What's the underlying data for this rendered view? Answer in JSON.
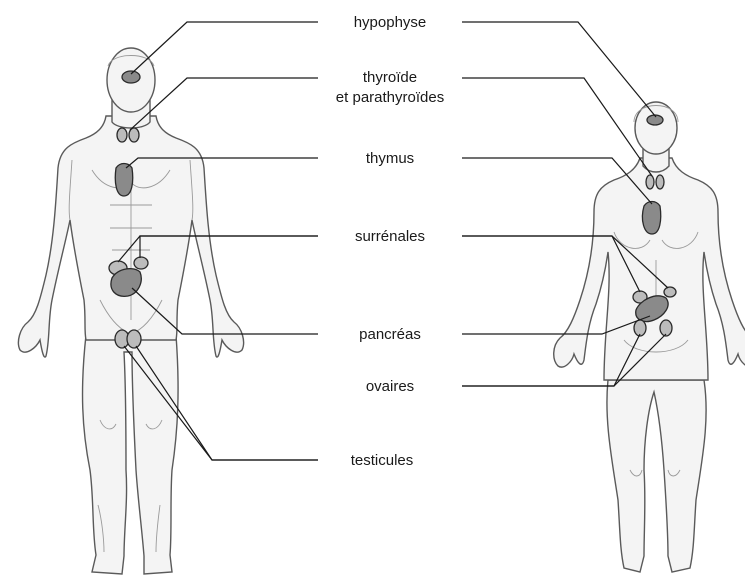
{
  "labels": {
    "hypophyse": "hypophyse",
    "thyroide_line1": "thyroïde",
    "thyroide_line2": "et parathyroïdes",
    "thymus": "thymus",
    "surrenales": "surrénales",
    "pancreas": "pancréas",
    "ovaires": "ovaires",
    "testicules": "testicules"
  },
  "colors": {
    "gland_fill": "#8a8a8a",
    "gland_light": "#bcbcbc",
    "body_fill": "#f4f4f4",
    "line": "#1a1a1a"
  }
}
